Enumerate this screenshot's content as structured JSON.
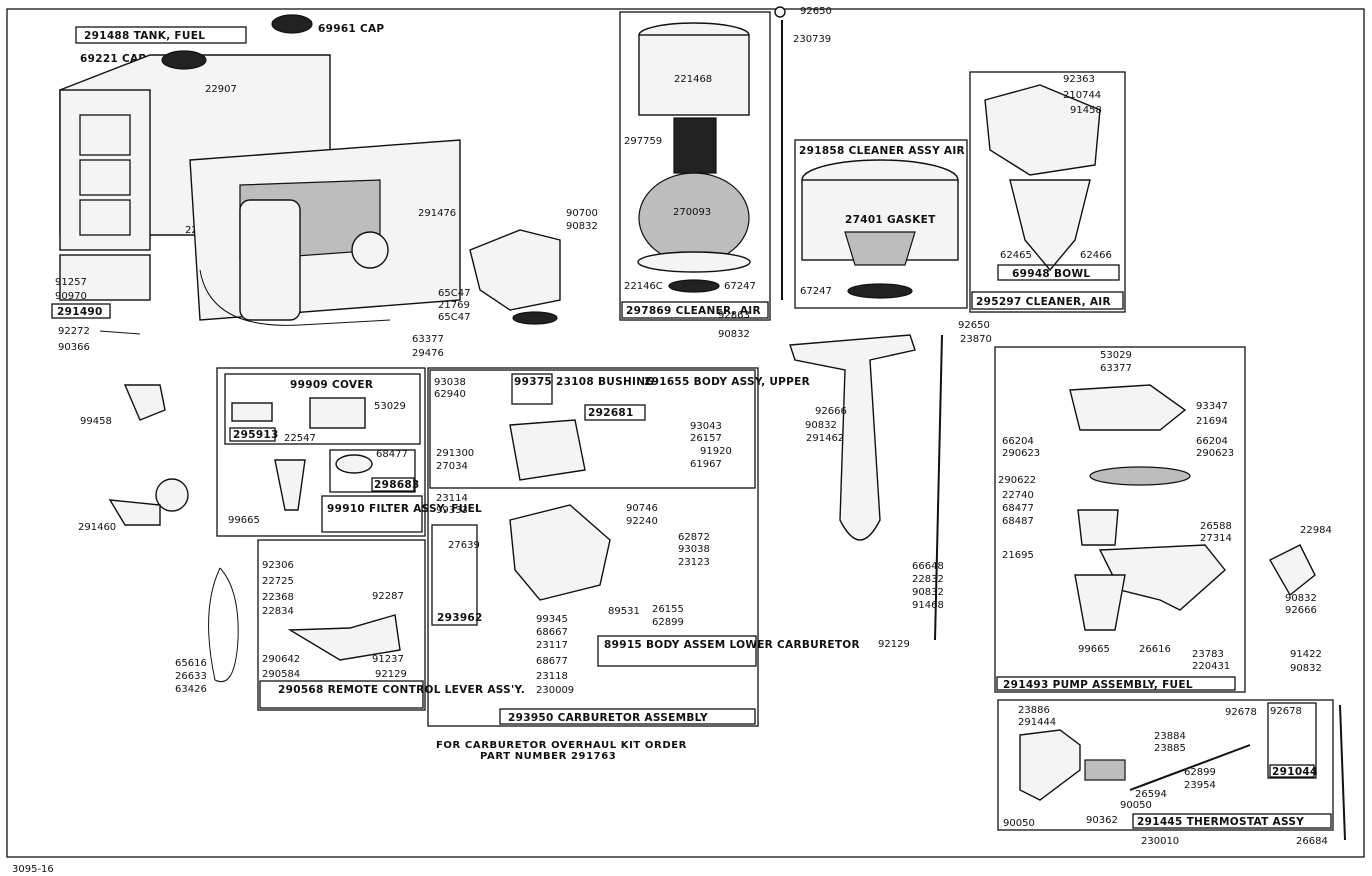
{
  "captions": {
    "tank_fuel": "291488 TANK, FUEL",
    "cap_top": "69961 CAP",
    "cap_tank": "69221 CAP",
    "tank_sub": "291490",
    "cleaner_air_1": "297869 CLEANER, AIR",
    "cleaner_assy_air": "291858 CLEANER ASSY AIR",
    "cleaner_air_2": "295297 CLEANER, AIR",
    "bowl": "69948 BOWL",
    "cover": "99909 COVER",
    "cover_sub": "295913",
    "filter_sub": "298683",
    "filter_assy": "99910 FILTER ASSY. FUEL",
    "bushing": "99375 23108 BUSHING",
    "body_upper": "291655 BODY ASSY, UPPER",
    "body_upper_sub": "292681",
    "carb_sub": "293962",
    "body_lower": "89915 BODY ASSEM LOWER CARBURETOR",
    "carb_assembly": "293950 CARBURETOR ASSEMBLY",
    "remote_lever": "290568 REMOTE CONTROL LEVER ASS'Y.",
    "pump_assembly": "291493 PUMP ASSEMBLY, FUEL",
    "thermostat_assy": "291445 THERMOSTAT ASSY",
    "thermostat_sub": "291044",
    "gasket": "27401 GASKET"
  },
  "note": {
    "line1": "FOR CARBURETOR OVERHAUL KIT ORDER",
    "line2": "PART NUMBER 291763"
  },
  "figure_code": "3095-16",
  "part_numbers": {
    "tank": [
      "22907",
      "22813",
      "91257",
      "90970",
      "92272",
      "90366",
      "29476",
      "63377"
    ],
    "engine": [
      "291476",
      "90700",
      "90832",
      "65C47",
      "21769",
      "65C47"
    ],
    "misc_left": [
      "99458",
      "291460",
      "65616",
      "26633",
      "63426"
    ],
    "cleaner1": [
      "221468",
      "297759",
      "270093",
      "22146C",
      "67247",
      "92650",
      "230739"
    ],
    "cleaner2": [
      "67247"
    ],
    "cleaner3": [
      "92363",
      "210744",
      "91458",
      "62465",
      "62466"
    ],
    "link": [
      "92863",
      "90832",
      "92650",
      "23870",
      "92666",
      "90832",
      "291462",
      "66648",
      "22832",
      "90832",
      "91468",
      "92129"
    ],
    "cover": [
      "53029",
      "22547",
      "68477",
      "99665"
    ],
    "remote": [
      "92306",
      "22725",
      "22368",
      "22834",
      "92287",
      "290642",
      "290584",
      "91237",
      "92129"
    ],
    "body_upper": [
      "93038",
      "62940",
      "93043",
      "26157",
      "91920",
      "61967",
      "291300",
      "27034"
    ],
    "carb": [
      "23114",
      "99333",
      "90746",
      "92240",
      "27639",
      "62872",
      "93038",
      "23123",
      "26155",
      "62899",
      "89531",
      "99345",
      "68667",
      "23117",
      "68677",
      "23118",
      "230009"
    ],
    "pump": [
      "53029",
      "63377",
      "93347",
      "21694",
      "66204",
      "290623",
      "66204",
      "290623",
      "290622",
      "22740",
      "68477",
      "68487",
      "26588",
      "27314",
      "21695",
      "99665",
      "26616",
      "23783",
      "220431"
    ],
    "pump_side": [
      "22984",
      "90832",
      "92666",
      "91422",
      "90832"
    ],
    "thermostat": [
      "23886",
      "291444",
      "92678",
      "92678",
      "23884",
      "23885",
      "62899",
      "23954",
      "26594",
      "90050",
      "90050",
      "90362",
      "230010",
      "26684"
    ]
  }
}
